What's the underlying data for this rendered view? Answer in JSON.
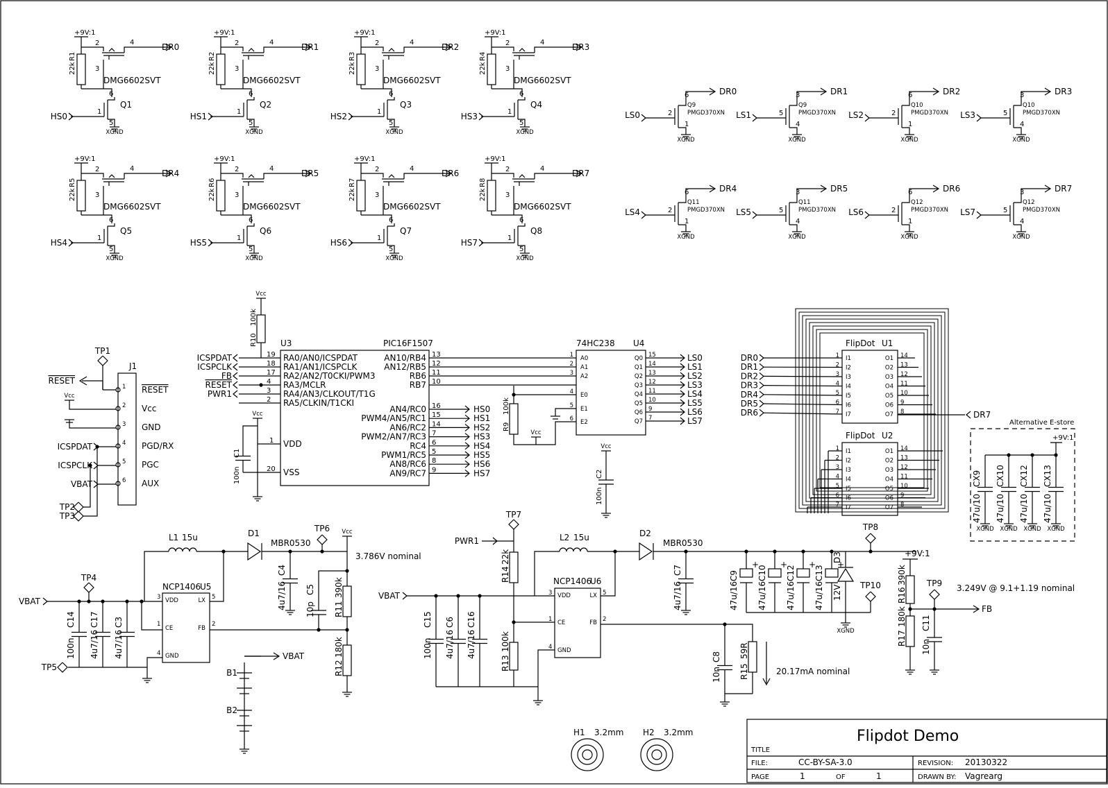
{
  "title_block": {
    "title_label": "TITLE",
    "title": "Flipdot Demo",
    "file_label": "FILE:",
    "file": "CC-BY-SA-3.0",
    "revision_label": "REVISION:",
    "revision": "20130322",
    "page_label": "PAGE",
    "page": "1",
    "of_label": "OF",
    "of": "1",
    "drawn_by_label": "DRAWN BY:",
    "drawn_by": "Vagrearg"
  },
  "high_side": {
    "supply": "+9V:1",
    "gnd": "XGND",
    "pmos_part": "DMG6602SVT",
    "resistor_value": "22k",
    "channels": [
      {
        "resistor": "R1",
        "transistor": "Q1",
        "input": "HS0",
        "output": "DR0"
      },
      {
        "resistor": "R2",
        "transistor": "Q2",
        "input": "HS1",
        "output": "DR1"
      },
      {
        "resistor": "R3",
        "transistor": "Q3",
        "input": "HS2",
        "output": "DR2"
      },
      {
        "resistor": "R4",
        "transistor": "Q4",
        "input": "HS3",
        "output": "DR3"
      },
      {
        "resistor": "R5",
        "transistor": "Q5",
        "input": "HS4",
        "output": "DR4"
      },
      {
        "resistor": "R6",
        "transistor": "Q6",
        "input": "HS5",
        "output": "DR5"
      },
      {
        "resistor": "R7",
        "transistor": "Q7",
        "input": "HS6",
        "output": "DR6"
      },
      {
        "resistor": "R8",
        "transistor": "Q8",
        "input": "HS7",
        "output": "DR7"
      }
    ]
  },
  "low_side": {
    "part": "PMGD370XN",
    "gnd": "XGND",
    "channels": [
      {
        "q": "Q9",
        "in": "LS0",
        "out": "DR0",
        "g": "2",
        "d": "6",
        "s": "1"
      },
      {
        "q": "Q9",
        "in": "LS1",
        "out": "DR1",
        "g": "5",
        "d": "3",
        "s": "4"
      },
      {
        "q": "Q10",
        "in": "LS2",
        "out": "DR2",
        "g": "2",
        "d": "6",
        "s": "1"
      },
      {
        "q": "Q10",
        "in": "LS3",
        "out": "DR3",
        "g": "5",
        "d": "3",
        "s": "4"
      },
      {
        "q": "Q11",
        "in": "LS4",
        "out": "DR4",
        "g": "2",
        "d": "6",
        "s": "1"
      },
      {
        "q": "Q11",
        "in": "LS5",
        "out": "DR5",
        "g": "5",
        "d": "3",
        "s": "4"
      },
      {
        "q": "Q12",
        "in": "LS6",
        "out": "DR6",
        "g": "2",
        "d": "6",
        "s": "1"
      },
      {
        "q": "Q12",
        "in": "LS7",
        "out": "DR7",
        "g": "5",
        "d": "3",
        "s": "4"
      }
    ]
  },
  "connector": {
    "ref": "J1",
    "tp1": "TP1",
    "tp2": "TP2",
    "tp3": "TP3",
    "reset_net": "RESET",
    "vcc_net": "Vcc",
    "icspdat_net": "ICSPDAT",
    "icspclk_net": "ICSPCLK",
    "vbat_net": "VBAT",
    "pins": [
      {
        "num": "1",
        "label": "RESET"
      },
      {
        "num": "2",
        "label": "Vcc"
      },
      {
        "num": "3",
        "label": "GND"
      },
      {
        "num": "4",
        "label": "PGD/RX"
      },
      {
        "num": "5",
        "label": "PGC"
      },
      {
        "num": "6",
        "label": "AUX"
      }
    ]
  },
  "mcu": {
    "ref": "U3",
    "part": "PIC16F1507",
    "vcc": "Vcc",
    "r10": "R10",
    "r10_value": "100k",
    "c1": "C1",
    "c1_value": "100n",
    "left_nets": [
      "ICSPDAT",
      "ICSPCLK",
      "FB",
      "RESET",
      "PWR1"
    ],
    "left_pins": [
      {
        "num": "19",
        "label": "RA0/AN0/ICSPDAT"
      },
      {
        "num": "18",
        "label": "RA1/AN1/ICSPCLK"
      },
      {
        "num": "17",
        "label": "RA2/AN2/T0CKI/PWM3"
      },
      {
        "num": "4",
        "label": "RA3/MCLR"
      },
      {
        "num": "3",
        "label": "RA4/AN3/CLKOUT/T1G"
      },
      {
        "num": "2",
        "label": "RA5/CLKIN/T1CKI"
      }
    ],
    "power_pins": [
      {
        "num": "1",
        "label": "VDD"
      },
      {
        "num": "20",
        "label": "VSS"
      }
    ],
    "right_pins_b": [
      {
        "num": "13",
        "label": "AN10/RB4"
      },
      {
        "num": "12",
        "label": "AN12/RB5"
      },
      {
        "num": "11",
        "label": "RB6"
      },
      {
        "num": "10",
        "label": "RB7"
      }
    ],
    "right_pins_c": [
      {
        "num": "16",
        "label": "AN4/RC0",
        "net": "HS0"
      },
      {
        "num": "15",
        "label": "PWM4/AN5/RC1",
        "net": "HS1"
      },
      {
        "num": "14",
        "label": "AN6/RC2",
        "net": "HS2"
      },
      {
        "num": "7",
        "label": "PWM2/AN7/RC3",
        "net": "HS3"
      },
      {
        "num": "6",
        "label": "RC4",
        "net": "HS4"
      },
      {
        "num": "5",
        "label": "PWM1/RC5",
        "net": "HS5"
      },
      {
        "num": "8",
        "label": "AN8/RC6",
        "net": "HS6"
      },
      {
        "num": "9",
        "label": "AN9/RC7",
        "net": "HS7"
      }
    ]
  },
  "decoder": {
    "ref": "U4",
    "part": "74HC238",
    "r9": "R9",
    "r9_value": "100k",
    "vcc": "Vcc",
    "c2": "C2",
    "c2_value": "100n",
    "inputs": [
      {
        "num": "1",
        "label": "A0"
      },
      {
        "num": "2",
        "label": "A1"
      },
      {
        "num": "3",
        "label": "A2"
      },
      {
        "num": "4",
        "label": "E0"
      },
      {
        "num": "5",
        "label": "E1"
      },
      {
        "num": "6",
        "label": "E2"
      }
    ],
    "outputs": [
      {
        "num": "15",
        "label": "Q0",
        "net": "LS0"
      },
      {
        "num": "14",
        "label": "Q1",
        "net": "LS1"
      },
      {
        "num": "13",
        "label": "Q2",
        "net": "LS2"
      },
      {
        "num": "12",
        "label": "Q3",
        "net": "LS3"
      },
      {
        "num": "11",
        "label": "Q4",
        "net": "LS4"
      },
      {
        "num": "10",
        "label": "Q5",
        "net": "LS5"
      },
      {
        "num": "9",
        "label": "Q6",
        "net": "LS6"
      },
      {
        "num": "7",
        "label": "Q7",
        "net": "LS7"
      }
    ]
  },
  "flipdot": {
    "u1": "U1",
    "u2": "U2",
    "part": "FlipDot",
    "nets": [
      "DR0",
      "DR1",
      "DR2",
      "DR3",
      "DR4",
      "DR5",
      "DR6"
    ],
    "out_net": "DR7",
    "in_pins": [
      "I1",
      "I2",
      "I3",
      "I4",
      "I5",
      "I6",
      "I7"
    ],
    "out_pins": [
      "O1",
      "O2",
      "O3",
      "O4",
      "O5",
      "O6",
      "O7"
    ],
    "in_nums": [
      "1",
      "2",
      "3",
      "4",
      "5",
      "6",
      "7"
    ],
    "out_nums": [
      "14",
      "13",
      "12",
      "11",
      "10",
      "9",
      "8"
    ]
  },
  "estore": {
    "title": "Alternative E-store",
    "supply": "+9V:1",
    "gnd": "XGND",
    "caps": [
      {
        "ref": "CX9",
        "value": "47u/10"
      },
      {
        "ref": "CX10",
        "value": "47u/10"
      },
      {
        "ref": "CX12",
        "value": "47u/10"
      },
      {
        "ref": "CX13",
        "value": "47u/10"
      }
    ]
  },
  "psu1": {
    "vbat": "VBAT",
    "tp4": "TP4",
    "tp5": "TP5",
    "tp6": "TP6",
    "l1": "L1",
    "l1_value": "15u",
    "d1": "D1",
    "d1_part": "MBR0530",
    "u5": "U5",
    "u5_part": "NCP1406",
    "pins": {
      "vdd": "VDD",
      "lx": "LX",
      "ce": "CE",
      "fb": "FB",
      "gnd": "GND"
    },
    "pin_nums": {
      "vdd": "3",
      "lx": "5",
      "ce": "1",
      "fb": "2",
      "gnd": "4"
    },
    "vcc": "Vcc",
    "nominal": "3.786V nominal",
    "c14": "C14",
    "c14_value": "100n",
    "c17": "C17",
    "c17_value": "4u7/16",
    "c3": "C3",
    "c3_value": "4u7/16",
    "c4": "C4",
    "c4_value": "4u7/16",
    "c5": "C5",
    "c5_value": "10p",
    "r11": "R11",
    "r11_value": "390k",
    "r12": "R12",
    "r12_value": "180k",
    "b1": "B1",
    "b2": "B2",
    "batt_net": "VBAT"
  },
  "psu2": {
    "pwr1": "PWR1",
    "tp7": "TP7",
    "tp8": "TP8",
    "tp9": "TP9",
    "tp10": "TP10",
    "r14": "R14",
    "r14_value": "22k",
    "r13": "R13",
    "r13_value": "100k",
    "vbat": "VBAT",
    "l2": "L2",
    "l2_value": "15u",
    "d2": "D2",
    "d2_part": "MBR0530",
    "u6": "U6",
    "u6_part": "NCP1406",
    "pins": {
      "vdd": "VDD",
      "lx": "LX",
      "ce": "CE",
      "fb": "FB",
      "gnd": "GND"
    },
    "pin_nums": {
      "vdd": "3",
      "lx": "5",
      "ce": "1",
      "fb": "2",
      "gnd": "4"
    },
    "c15": "C15",
    "c15_value": "100n",
    "c6": "C6",
    "c6_value": "4u7/16",
    "c16": "C16",
    "c16_value": "4u7/16",
    "c7": "C7",
    "c7_value": "4u7/16",
    "c8": "C8",
    "c8_value": "10n",
    "r15": "R15",
    "r15_value": "59R",
    "current": "20.17mA nominal",
    "bulk": [
      {
        "ref": "C9",
        "value": "47u/16"
      },
      {
        "ref": "C10",
        "value": "47u/16"
      },
      {
        "ref": "C12",
        "value": "47u/16"
      },
      {
        "ref": "C13",
        "value": "47u/16"
      }
    ],
    "d3": "D3",
    "d3_value": "12V",
    "gnd": "XGND",
    "supply": "+9V:1",
    "r16": "R16",
    "r16_value": "390k",
    "r17": "R17",
    "r17_value": "180k",
    "c11": "C11",
    "c11_value": "10n",
    "fb_net": "FB",
    "nominal": "3.249V @ 9.1+1.19 nominal"
  },
  "mounting": {
    "h1": "H1",
    "h1_value": "3.2mm",
    "h2": "H2",
    "h2_value": "3.2mm"
  }
}
